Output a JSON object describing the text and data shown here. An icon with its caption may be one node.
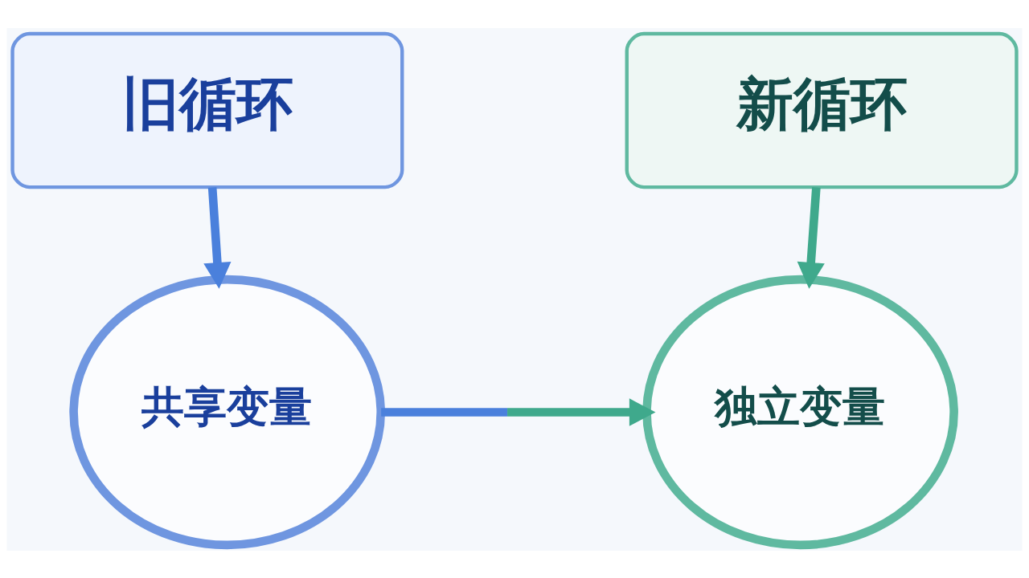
{
  "diagram": {
    "nodes": [
      {
        "text": [
          "旧循环"
        ]
      },
      {
        "text": [
          "共享变量"
        ]
      },
      {
        "text": [
          "新循环"
        ]
      },
      {
        "text": [
          "独立变量"
        ]
      }
    ],
    "edges": [
      {
        "from": 0,
        "to": 1,
        "arrow": "to"
      },
      {
        "from": 2,
        "to": 3,
        "arrow": "to"
      },
      {
        "from": 1,
        "to": 3,
        "arrow": "to"
      }
    ]
  }
}
